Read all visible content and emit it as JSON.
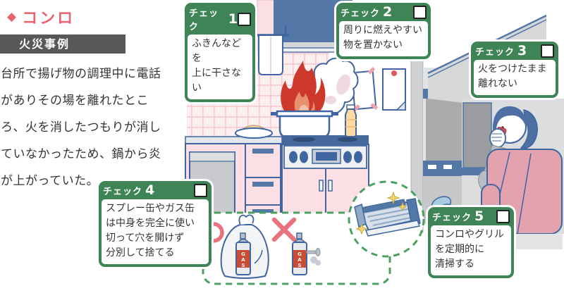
{
  "header": {
    "bullet": "◆",
    "title": "コンロ"
  },
  "fire_case": {
    "heading": "火災事例",
    "body": "台所で揚げ物の調理中に電話\nがありその場を離れたとこ\nろ、火を消したつもりが消し\nていなかったため、鍋から炎\nが上がっていた。"
  },
  "checks": [
    {
      "label": "チェック",
      "number": "1",
      "text": "ふきんなどを\n上に干さない"
    },
    {
      "label": "チェック",
      "number": "2",
      "text": "周りに燃えやすい\n物を置かない"
    },
    {
      "label": "チェック",
      "number": "3",
      "text": "火をつけたまま\n離れない"
    },
    {
      "label": "チェック",
      "number": "4",
      "text": "スプレー缶やガス缶\nは中身を完全に使い\n切って穴を開けず\n分別して捨てる"
    },
    {
      "label": "チェック",
      "number": "5",
      "text": "コンロやグリル\nを定期的に\n清掃する"
    }
  ],
  "illustration": {
    "gas_can_label": "GAS",
    "marks": {
      "ok": "circle-ok",
      "ng": "cross-ng"
    },
    "colors": {
      "accent_pink": "#e8636f",
      "heading_gray": "#595757",
      "check_green": "#3e8456",
      "dashed_green": "#4aa061",
      "outline_blue": "#3f66a0",
      "fill_blue": "#5377a6",
      "cabinet_pink": "#fbdfe5",
      "tile_pink": "#fdeef0",
      "flame_red": "#cc392a",
      "flame_orange": "#e8906e",
      "mark_pink": "#e8737e",
      "gas_red": "#c94b33",
      "sofa_pink": "#e2a3af"
    }
  }
}
